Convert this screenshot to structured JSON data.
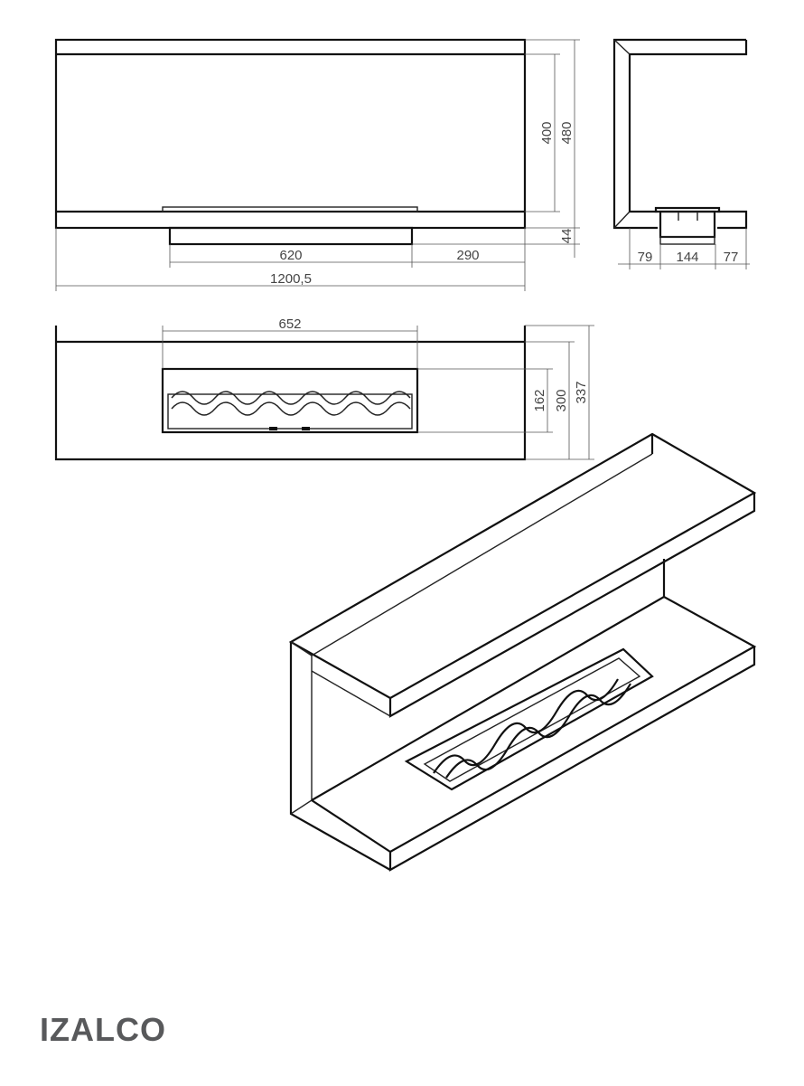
{
  "brand": "IZALCO",
  "front_view": {
    "dim_inner_height": "400",
    "dim_total_height": "480",
    "dim_box_height": "44",
    "dim_burner_width": "620",
    "dim_right_offset": "290",
    "dim_total_width": "1200,5"
  },
  "side_view": {
    "dim_left": "79",
    "dim_burner": "144",
    "dim_right": "77"
  },
  "top_view": {
    "dim_burner_length": "652",
    "dim_burner_depth": "162",
    "dim_inner_depth": "300",
    "dim_total_depth": "337"
  }
}
